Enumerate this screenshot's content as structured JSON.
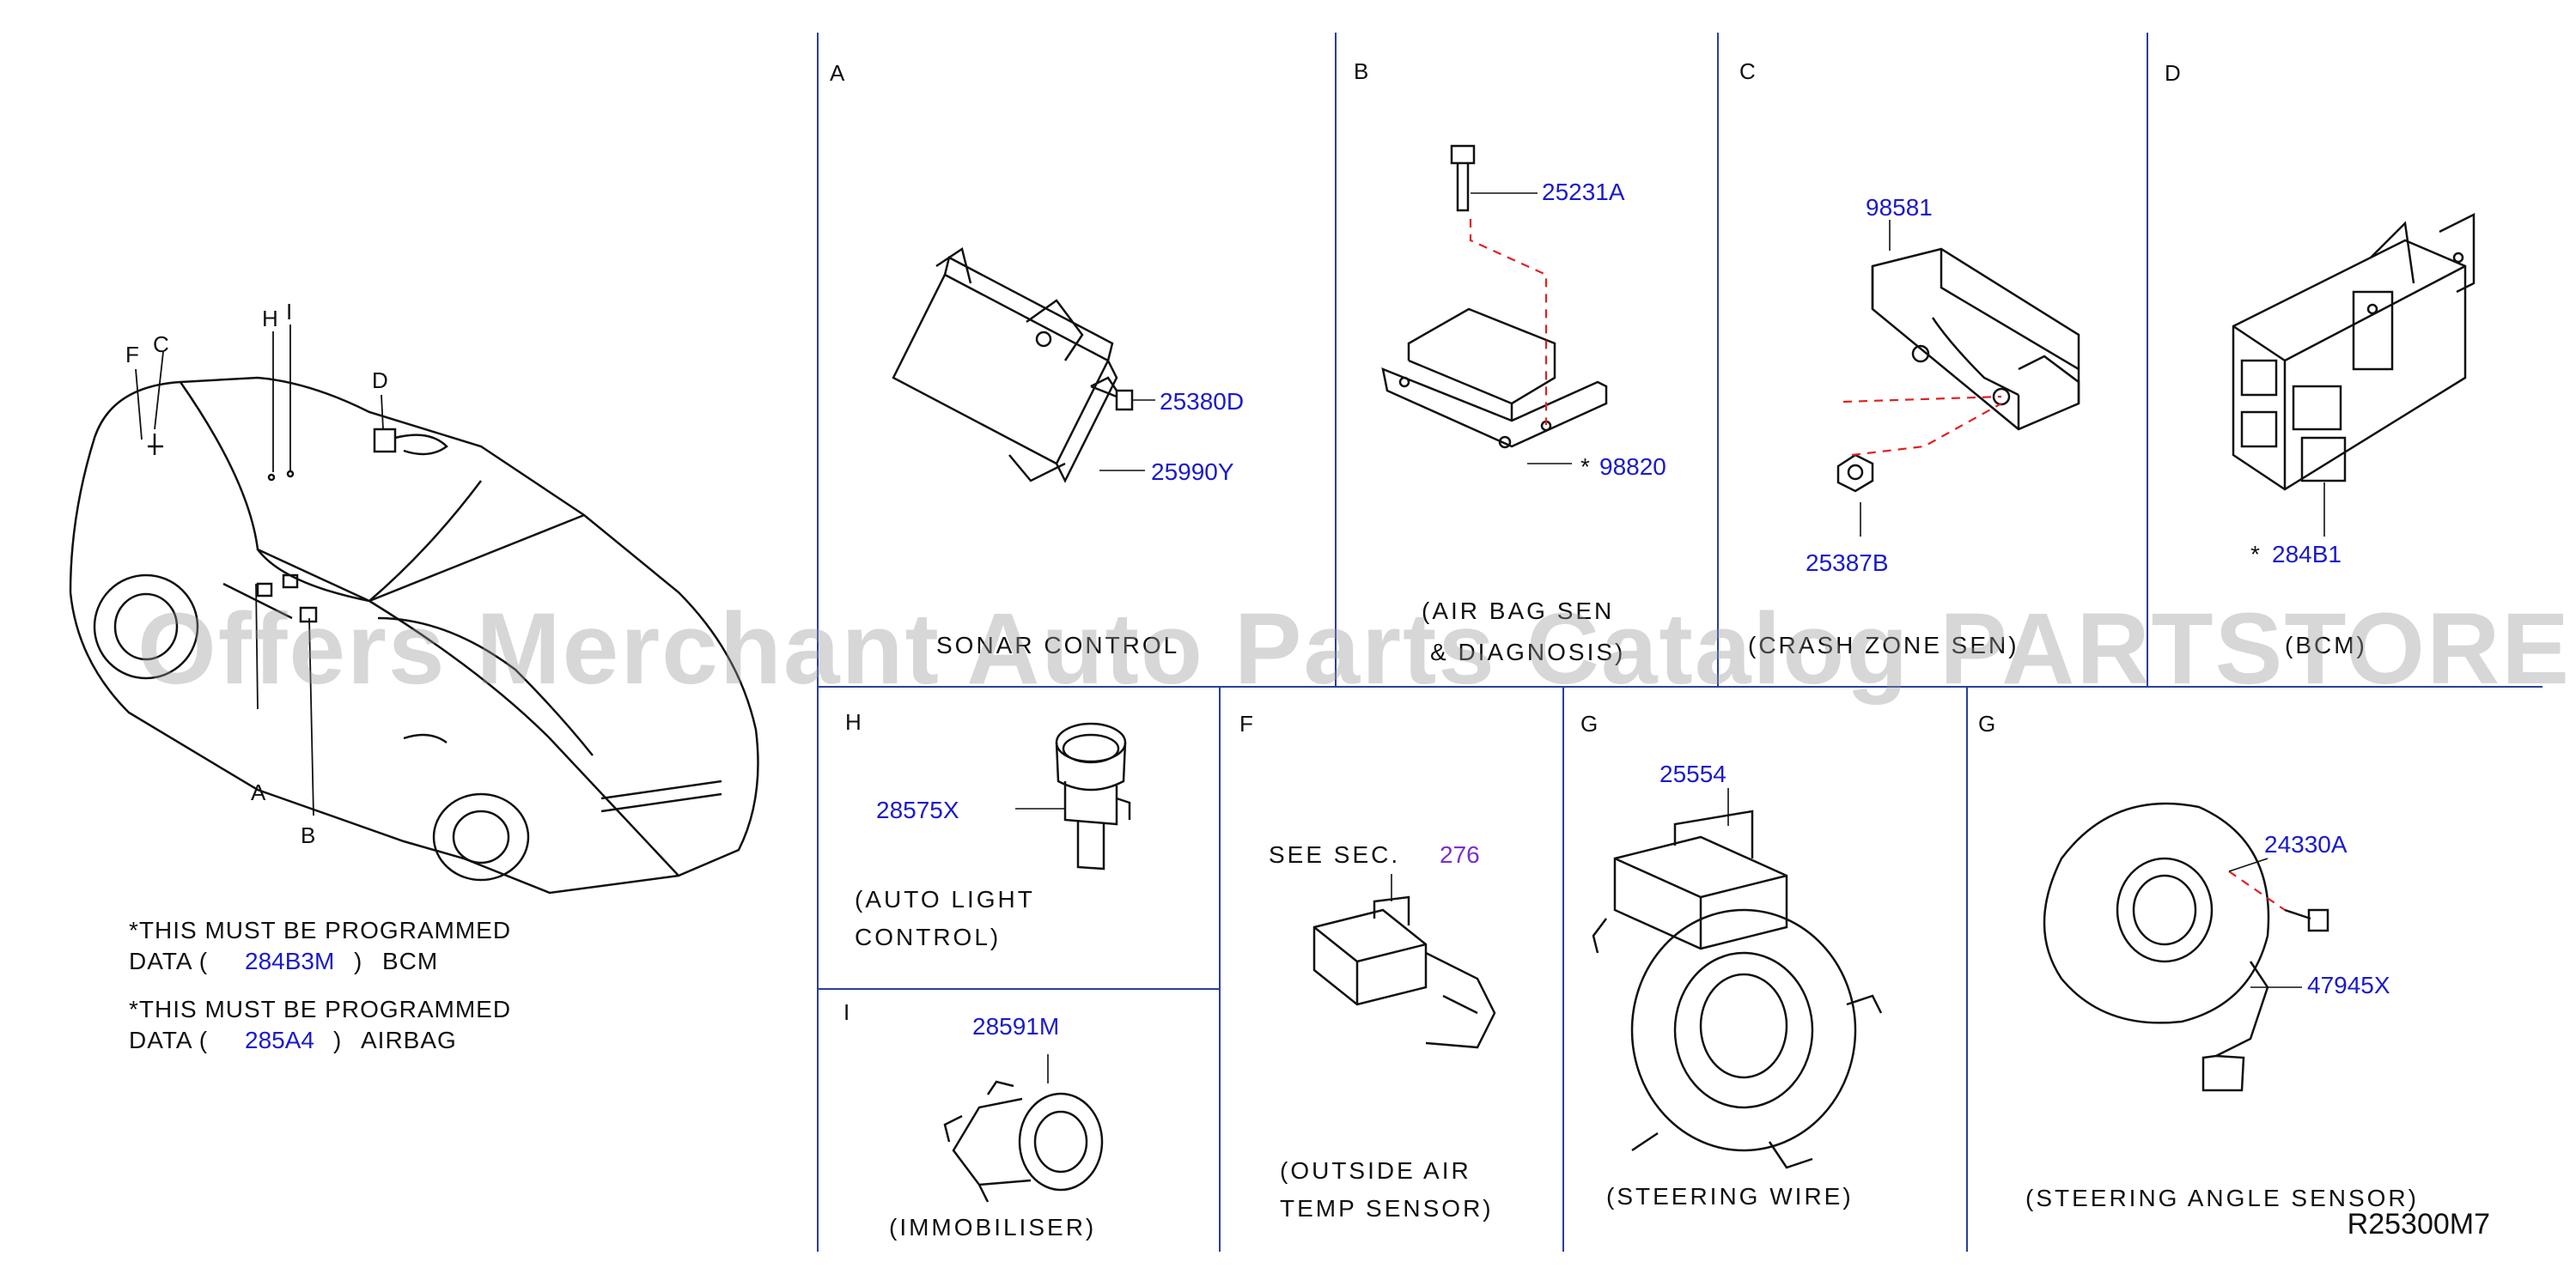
{
  "notes": {
    "line1": "*THIS  MUST  BE  PROGRAMMED",
    "data_word": "DATA  (",
    "close_paren": ")",
    "note1_part": "284B3M",
    "note1_target": "BCM",
    "line3": "*THIS  MUST  BE  PROGRAMMED",
    "note2_part": "285A4",
    "note2_target": "AIRBAG"
  },
  "car_callouts": {
    "F": "F",
    "C": "C",
    "H": "H",
    "I": "I",
    "D": "D",
    "A": "A",
    "B": "B"
  },
  "panels": {
    "A": {
      "letter": "A",
      "parts": [
        "25380D",
        "25990Y"
      ],
      "caption": "SONAR  CONTROL"
    },
    "B": {
      "letter": "B",
      "parts": [
        "25231A",
        "98820"
      ],
      "star": "*",
      "caption1": "(AIR  BAG  SEN",
      "caption2": "&  DIAGNOSIS)"
    },
    "C": {
      "letter": "C",
      "parts": [
        "98581",
        "25387B"
      ],
      "caption": "(CRASH  ZONE  SEN)"
    },
    "D": {
      "letter": "D",
      "parts": [
        "284B1"
      ],
      "star": "*",
      "caption": "(BCM)"
    },
    "H": {
      "letter": "H",
      "parts": [
        "28575X"
      ],
      "caption1": "(AUTO   LIGHT",
      "caption2": "CONTROL)"
    },
    "F": {
      "letter": "F",
      "see": "SEE   SEC.",
      "section": "276",
      "caption1": "(OUTSIDE   AIR",
      "caption2": "TEMP   SENSOR)"
    },
    "G1": {
      "letter": "G",
      "parts": [
        "25554"
      ],
      "caption": "(STEERING   WIRE)"
    },
    "G2": {
      "letter": "G",
      "parts": [
        "24330A",
        "47945X"
      ],
      "caption": "(STEERING   ANGLE   SENSOR)"
    },
    "I": {
      "letter": "I",
      "parts": [
        "28591M"
      ],
      "caption": "(IMMOBILISER)"
    }
  },
  "watermark": "Offers Merchant Auto Parts Catalog PARTSTORE.SA",
  "ref_code": "R25300M7"
}
